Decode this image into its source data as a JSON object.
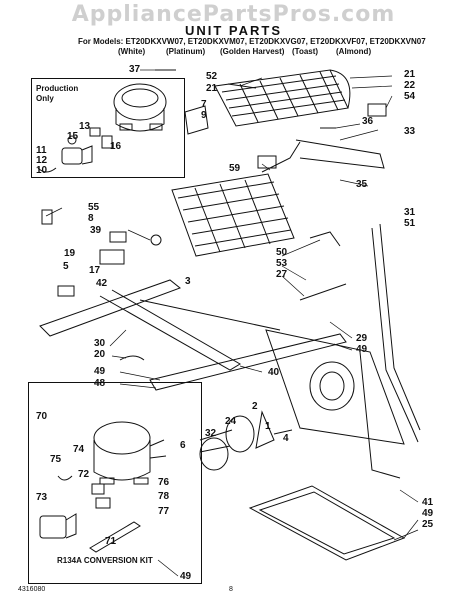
{
  "watermark": "AppliancePartsPros.com",
  "title": "UNIT PARTS",
  "models_line": "For Models: ET20DKXVW07, ET20DKXVM07, ET20DKXVG07, ET20DKXVF07, ET20DKXVN07",
  "colors": [
    "(White)",
    "(Platinum)",
    "(Golden Harvest)",
    "(Toast)",
    "(Almond)"
  ],
  "inset_label": [
    "Production",
    "Only"
  ],
  "kit_label": "R134A CONVERSION KIT",
  "footer": {
    "doc_number": "4316080",
    "page": "8"
  },
  "callouts": [
    "37",
    "52",
    "21",
    "21",
    "22",
    "54",
    "36",
    "33",
    "35",
    "31",
    "51",
    "7",
    "9",
    "13",
    "15",
    "16",
    "11",
    "12",
    "10",
    "55",
    "8",
    "39",
    "59",
    "19",
    "17",
    "42",
    "5",
    "3",
    "50",
    "53",
    "27",
    "30",
    "20",
    "49",
    "48",
    "40",
    "29",
    "49",
    "70",
    "74",
    "75",
    "72",
    "73",
    "76",
    "78",
    "77",
    "71",
    "6",
    "32",
    "24",
    "2",
    "1",
    "4",
    "49",
    "41",
    "49",
    "25"
  ]
}
